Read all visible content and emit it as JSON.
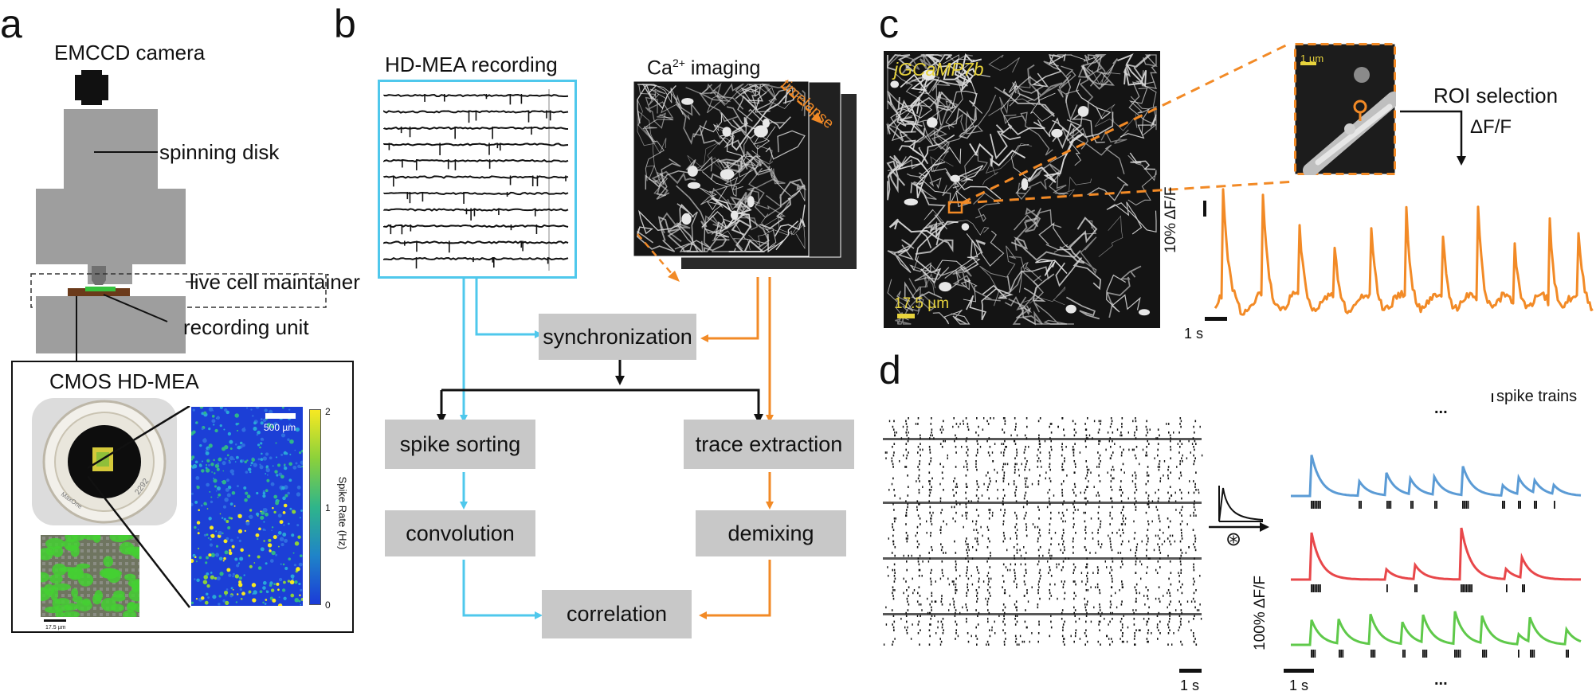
{
  "panels": {
    "a": "a",
    "b": "b",
    "c": "c",
    "d": "d"
  },
  "panel_a": {
    "camera_label": "EMCCD camera",
    "spinning_disk_label": "spinning disk",
    "live_cell_label": "live cell maintainer",
    "recording_unit_label": "recording unit",
    "cmos_title": "CMOS HD-MEA",
    "heatmap_scalebar": "500 µm",
    "colorbar_label": "Spike Rate (Hz)",
    "colorbar_ticks": [
      "2",
      "1",
      "0"
    ],
    "cell_scalebar": "17.5 µm",
    "chip_text_1": "MaxOne",
    "chip_text_2": "2292"
  },
  "panel_b": {
    "hdmea_title": "HD-MEA recording",
    "ca_title_main": "Ca",
    "ca_title_sup": "2+",
    "ca_title_rest": " imaging",
    "timelapse_label": "timelapse",
    "boxes": {
      "synchronization": "synchronization",
      "spike_sorting": "spike sorting",
      "trace_extraction": "trace extraction",
      "convolution": "convolution",
      "demixing": "demixing",
      "correlation": "correlation"
    }
  },
  "panel_c": {
    "indicator_label": "jGCaMP7b",
    "image_scalebar": "17.5 µm",
    "zoom_scalebar": "1 µm",
    "roi_label": "ROI selection",
    "delta_label": "ΔF/F",
    "trace_ylabel": "10% ΔF/F",
    "time_scalebar": "1 s"
  },
  "panel_d": {
    "spike_trains_label": "spike trains",
    "ellipsis_top": "...",
    "ellipsis_bottom": "...",
    "convolution_symbol": "⊛",
    "raster_time_scalebar": "1 s",
    "traces_ylabel": "100% ΔF/F",
    "traces_time_scalebar": "1 s"
  },
  "colors": {
    "cyan": "#4fc8ec",
    "orange": "#f28a26",
    "box_grey": "#c8c8c8",
    "device_grey": "#9e9e9e",
    "trace_blue": "#5b9bd5",
    "trace_red": "#e8474a",
    "trace_green": "#5fc94a",
    "label_yellow": "#e7d33c"
  }
}
